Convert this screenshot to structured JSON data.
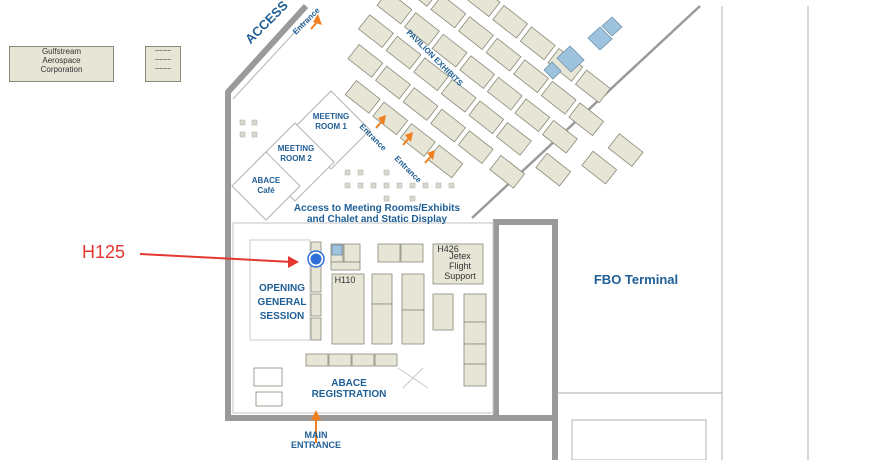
{
  "legend": {
    "exhibitor_box_text": "Gulfstream\nAerospace\nCorporation",
    "sample_box_text": "~~~~\n~~~~\n~~~~"
  },
  "callout": {
    "label": "H125",
    "color": "#e3372f"
  },
  "labels": {
    "access_top": "ACCESS",
    "entrance_top": "Entrance",
    "pavilion_exhibits": "PAVILION EXHIBITS",
    "meeting_room_1": "MEETING\nROOM 1",
    "meeting_room_2": "MEETING\nROOM 2",
    "abace_cafe_title": "ABACE",
    "abace_cafe_sub": "Café",
    "entrance_mid": "Entrance",
    "entrance_low": "Entrance",
    "access_meeting_line1": "Access to Meeting Rooms/Exhibits",
    "access_meeting_line2": "and Chalet and Static Display",
    "opening_general_session": "OPENING\nGENERAL\nSESSION",
    "booth_h110": "H110",
    "booth_h426": "H426",
    "jetex_flight_support": "Jetex\nFlight\nSupport",
    "abace_registration_line1": "ABACE",
    "abace_registration_line2": "REGISTRATION",
    "main_entrance_line1": "MAIN",
    "main_entrance_line2": "ENTRANCE",
    "fbo_terminal": "FBO Terminal"
  },
  "colors": {
    "label_blue": "#1f5f96",
    "wall_gray": "#9a9a9a",
    "booth_fill": "#e6e5d6",
    "highlight_booth": "#9dc3df",
    "entrance_arrow": "#f0801f",
    "marker_blue": "#2d6fd6"
  },
  "icons": {
    "marker": "location-marker-icon",
    "arrow": "entrance-arrow-icon"
  }
}
